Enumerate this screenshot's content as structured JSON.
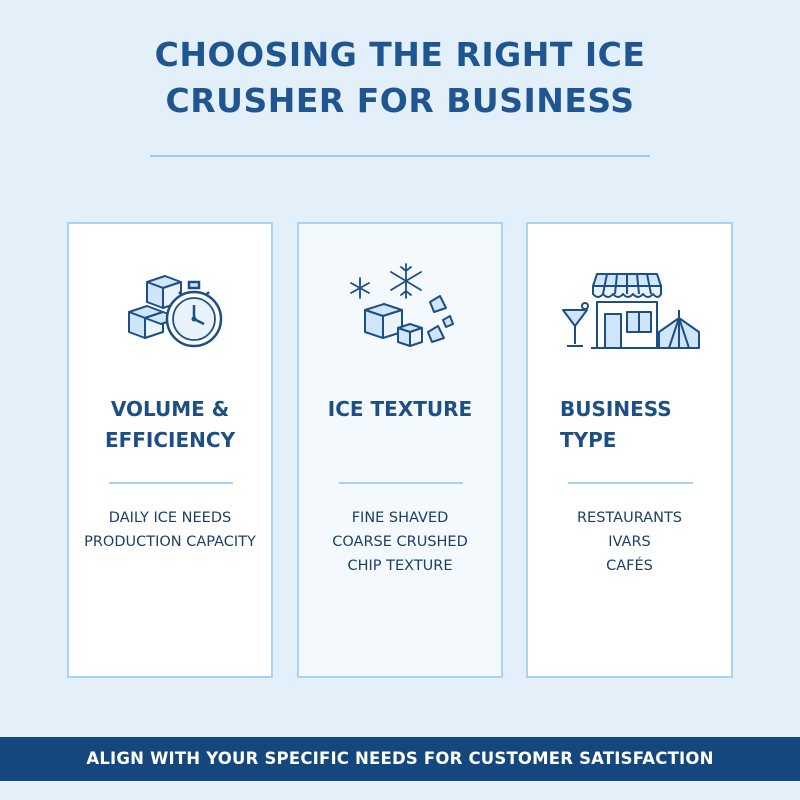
{
  "title": {
    "line1": "CHOOSING THE RIGHT ICE",
    "line2": "CRUSHER FOR BUSINESS"
  },
  "cards": [
    {
      "icon": "ice-cubes-stopwatch-icon",
      "heading": [
        "VOLUME &",
        "EFFICIENCY"
      ],
      "items": [
        "DAILY ICE NEEDS",
        "PRODUCTION CAPACITY"
      ]
    },
    {
      "icon": "snowflake-ice-icon",
      "heading": [
        "ICE TEXTURE"
      ],
      "items": [
        "FINE SHAVED",
        "COARSE CRUSHED",
        "CHIP TEXTURE"
      ]
    },
    {
      "icon": "storefront-icon",
      "heading": [
        "BUSINESS",
        "TYPE"
      ],
      "items": [
        "RESTAURANTS",
        "IVARS",
        "CAFÉS"
      ]
    }
  ],
  "footer": {
    "text": "ALIGN WITH YOUR SPECIFIC NEEDS FOR CUSTOMER SATISFACTION"
  },
  "colors": {
    "background": "#e3eff9",
    "accent": "#1f5591",
    "footer_bg": "#15477f",
    "card_border": "#a9d4f1",
    "icon_fill": "#cfe6f8"
  }
}
